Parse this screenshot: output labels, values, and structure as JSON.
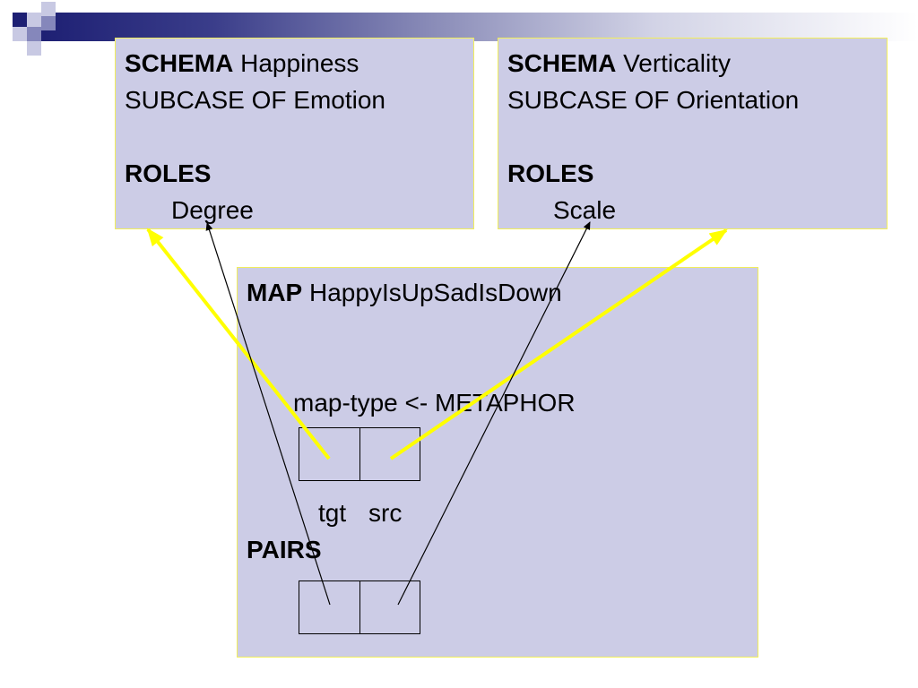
{
  "colors": {
    "box_fill": "#cccce6",
    "box_border": "#f2ee5a",
    "arrow_yellow": "#ffff00",
    "arrow_black": "#000000",
    "header_dark": "#1d1f73"
  },
  "schema_happiness": {
    "keyword": "SCHEMA",
    "name": "Happiness",
    "subcase": "SUBCASE OF Emotion",
    "roles_heading": "ROLES",
    "role": "Degree"
  },
  "schema_verticality": {
    "keyword": "SCHEMA",
    "name": "Verticality",
    "subcase": "SUBCASE OF Orientation",
    "roles_heading": "ROLES",
    "role": "Scale"
  },
  "map": {
    "keyword": "MAP",
    "name": "HappyIsUpSadIsDown",
    "map_type": "map-type <- METAPHOR",
    "tgt_label": "tgt",
    "src_label": "src",
    "pairs_heading": "PAIRS"
  }
}
